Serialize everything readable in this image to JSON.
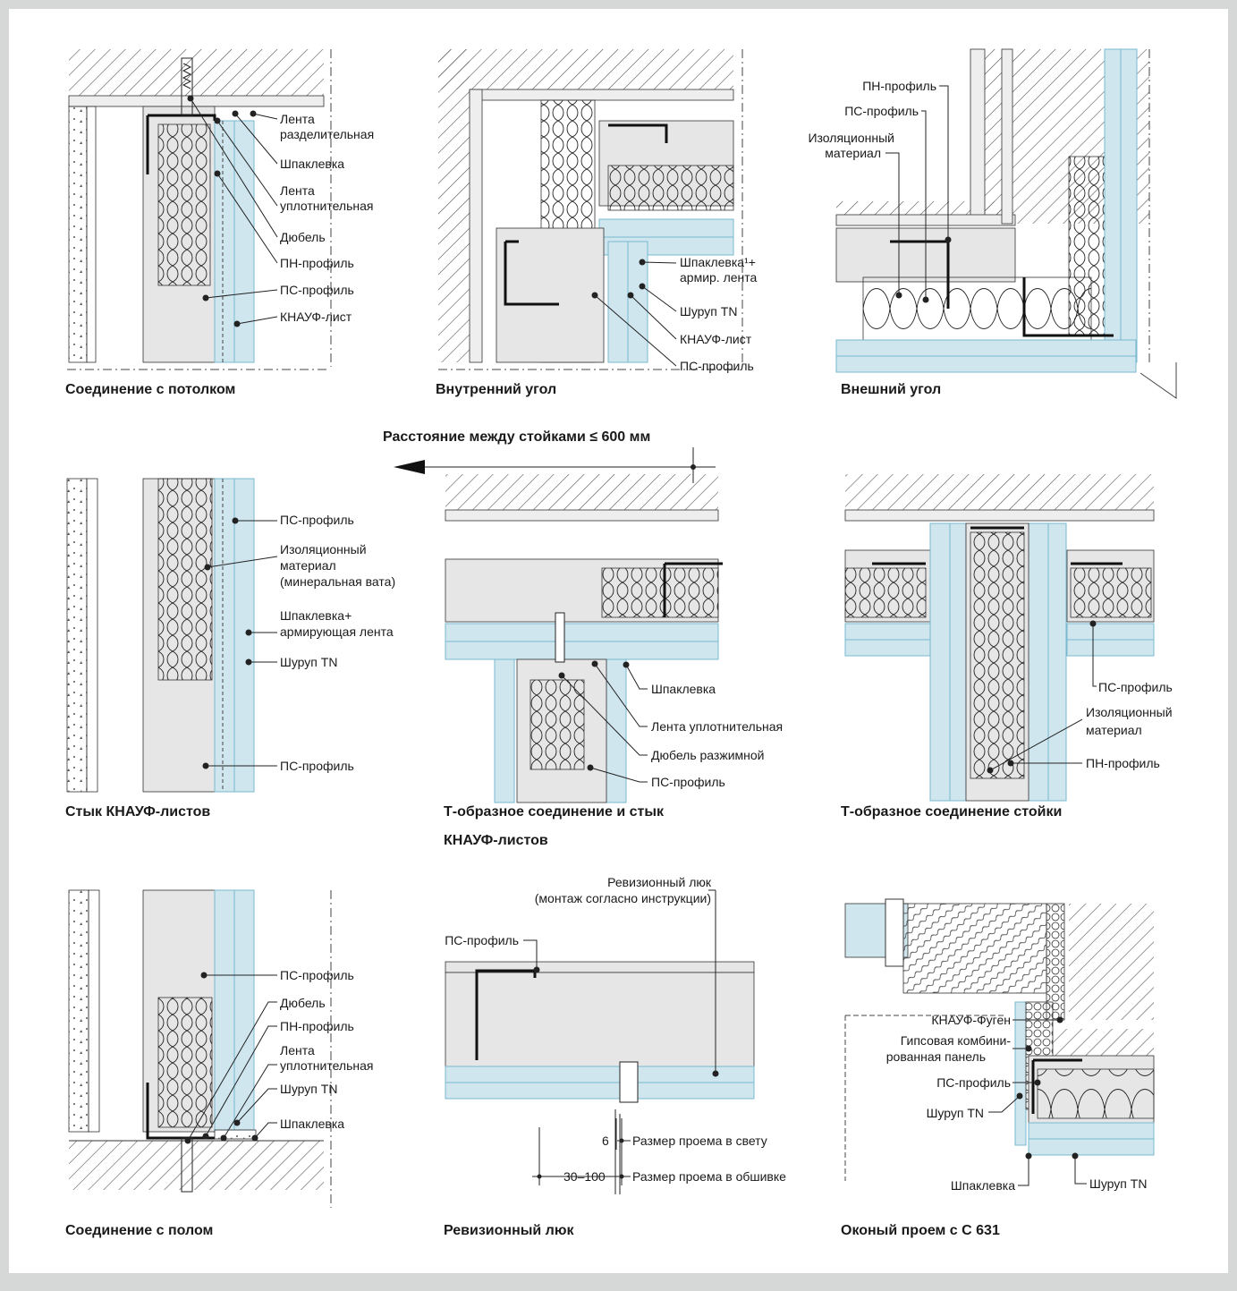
{
  "colors": {
    "board": "#cfe6ef",
    "board_edge": "#7ab8cf",
    "screed": "#eeeeee",
    "hatch": "#555555",
    "line": "#222222",
    "profile": "#111111",
    "gray_fill": "#e6e6e6"
  },
  "spacing_label": "Расстояние между стойками ≤ 600 мм",
  "panels": [
    {
      "caption": "Соединение с потолком",
      "labels": [
        "Лента",
        "разделительная",
        "Шпаклевка",
        "Лента",
        "уплотнительная",
        "Дюбель",
        "ПН-профиль",
        "ПС-профиль",
        "КНАУФ-лист"
      ]
    },
    {
      "caption": "Внутренний угол",
      "labels": [
        "Шпаклевка¹+",
        "армир. лента",
        "Шуруп TN",
        "КНАУФ-лист",
        "ПС-профиль"
      ]
    },
    {
      "caption": "Внешний угол",
      "labels": [
        "ПН-профиль",
        "ПС-профиль",
        "Изоляционный",
        "материал"
      ]
    },
    {
      "caption": "Стык КНАУФ-листов",
      "labels": [
        "ПС-профиль",
        "Изоляционный",
        "материал",
        "(минеральная вата)",
        "Шпаклевка+",
        "армирующая лента",
        "Шуруп TN",
        "ПС-профиль"
      ]
    },
    {
      "caption": "Т-образное соединение и стык",
      "caption2": "КНАУФ-листов",
      "labels": [
        "Шпаклевка",
        "Лента уплотнительная",
        "Дюбель разжимной",
        "ПС-профиль"
      ]
    },
    {
      "caption": "Т-образное соединение стойки",
      "labels": [
        "ПС-профиль",
        "Изоляционный",
        "материал",
        "ПН-профиль"
      ]
    },
    {
      "caption": "Соединение с полом",
      "labels": [
        "ПС-профиль",
        "Дюбель",
        "ПН-профиль",
        "Лента",
        "уплотнительная",
        "Шуруп TN",
        "Шпаклевка"
      ]
    },
    {
      "caption": "Ревизионный люк",
      "labels": [
        "Ревизионный люк",
        "(монтаж согласно инструкции)",
        "ПС-профиль"
      ],
      "dims": [
        "6",
        "Размер проема в свету",
        "30–100",
        "Размер проема в обшивке"
      ]
    },
    {
      "caption": "Оконый проем с С 631",
      "labels": [
        "КНАУФ-Фуген",
        "Гипсовая комбини-",
        "рованная панель",
        "ПС-профиль",
        "Шуруп TN",
        "Шпаклевка",
        "Шуруп TN"
      ]
    }
  ]
}
